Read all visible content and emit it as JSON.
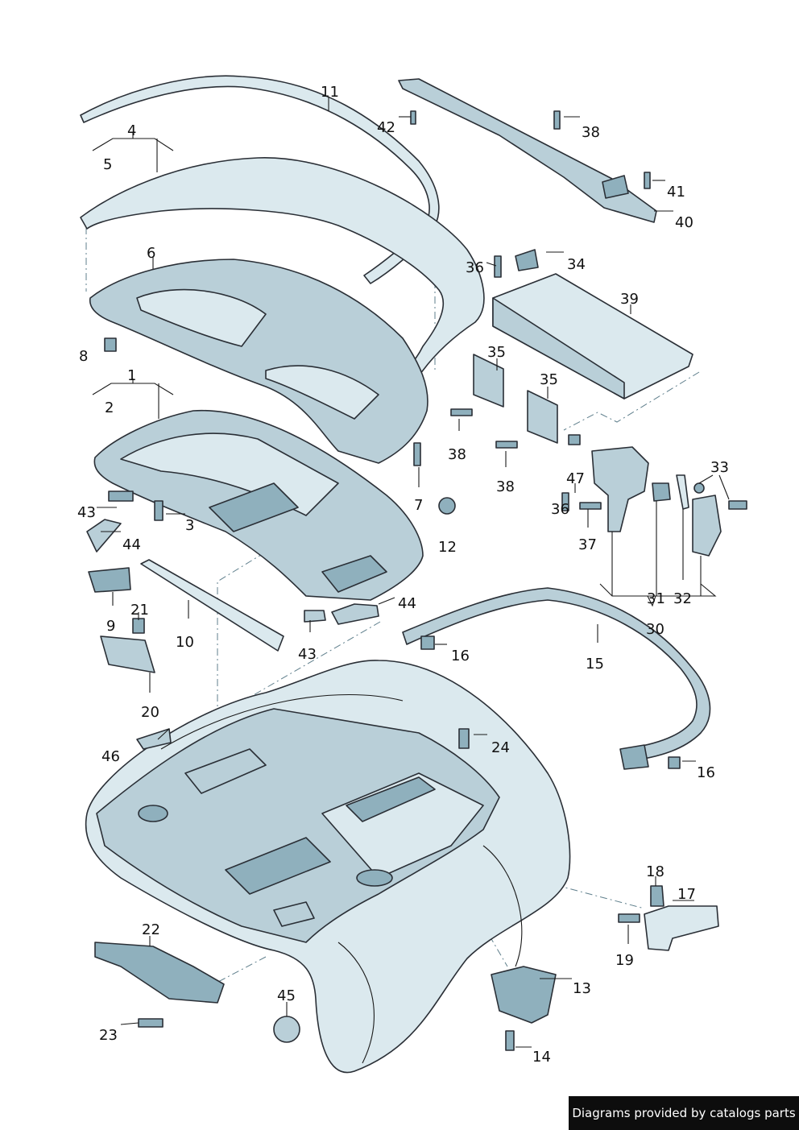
{
  "callouts": {
    "c1": "1",
    "c2": "2",
    "c3": "3",
    "c4": "4",
    "c5": "5",
    "c6": "6",
    "c7": "7",
    "c8": "8",
    "c9": "9",
    "c10": "10",
    "c11": "11",
    "c12": "12",
    "c13": "13",
    "c14": "14",
    "c15": "15",
    "c16a": "16",
    "c16b": "16",
    "c17": "17",
    "c18": "18",
    "c19": "19",
    "c20": "20",
    "c21": "21",
    "c22": "22",
    "c23": "23",
    "c24": "24",
    "c30": "30",
    "c31": "31",
    "c32": "32",
    "c33": "33",
    "c34": "34",
    "c35a": "35",
    "c35b": "35",
    "c36a": "36",
    "c36b": "36",
    "c37": "37",
    "c38a": "38",
    "c38b": "38",
    "c38c": "38",
    "c39": "39",
    "c40": "40",
    "c41": "41",
    "c42": "42",
    "c43a": "43",
    "c43b": "43",
    "c44a": "44",
    "c44b": "44",
    "c45": "45",
    "c46": "46",
    "c47": "47"
  },
  "footer": {
    "text": "Diagrams provided by catalogs parts"
  },
  "colors": {
    "light": "#dbe9ee",
    "mid": "#b9cfd8",
    "dark": "#8fb0bd",
    "outline": "#2a2f36"
  }
}
